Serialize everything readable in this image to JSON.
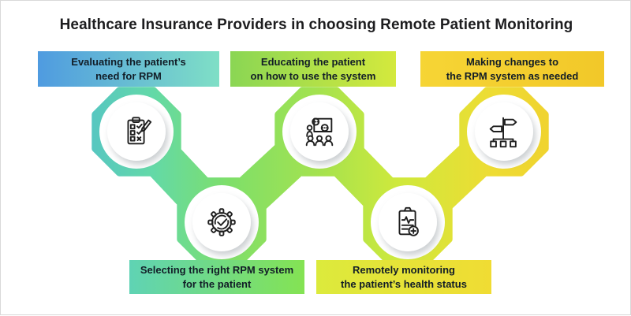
{
  "title": "Healthcare Insurance Providers in choosing Remote Patient Monitoring",
  "steps": [
    {
      "label_line1": "Evaluating the patient’s",
      "label_line2": "need for RPM",
      "icon": "checklist-clipboard-icon",
      "colors": {
        "from": "#4f9be0",
        "to": "#7fdfc6"
      }
    },
    {
      "label_line1": "Educating the patient",
      "label_line2": "on how to use the system",
      "icon": "training-presentation-icon",
      "colors": {
        "from": "#8ad654",
        "to": "#d4e93d"
      }
    },
    {
      "label_line1": "Making changes to",
      "label_line2": "the RPM system as needed",
      "icon": "signpost-decision-icon",
      "colors": {
        "from": "#f6d535",
        "to": "#f2c829"
      }
    },
    {
      "label_line1": "Selecting the right RPM system",
      "label_line2": "for the patient",
      "icon": "gear-check-icon",
      "colors": {
        "from": "#5fd3b4",
        "to": "#84e353"
      }
    },
    {
      "label_line1": "Remotely monitoring",
      "label_line2": "the patient’s health status",
      "icon": "clipboard-pulse-icon",
      "colors": {
        "from": "#dcea3c",
        "to": "#f0dc33"
      }
    }
  ],
  "ribbon_gradient": [
    "#4795de",
    "#55c4c4",
    "#63d9a8",
    "#7edf6a",
    "#a3e24f",
    "#cfe93c",
    "#eedc33",
    "#f2c629"
  ]
}
